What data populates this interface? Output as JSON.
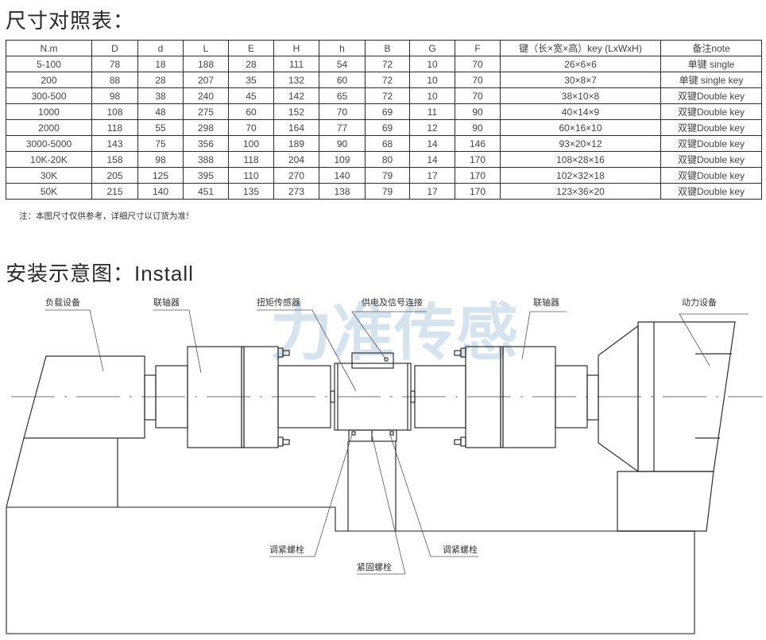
{
  "size_table": {
    "title": "尺寸对照表：",
    "headers": [
      "N.m",
      "D",
      "d",
      "L",
      "E",
      "H",
      "h",
      "B",
      "G",
      "F",
      "键（长×宽×高）key (LxWxH)",
      "备注note"
    ],
    "rows": [
      [
        "5-100",
        "78",
        "18",
        "188",
        "28",
        "111",
        "54",
        "72",
        "10",
        "70",
        "26×6×6",
        "单键 single"
      ],
      [
        "200",
        "88",
        "28",
        "207",
        "35",
        "132",
        "60",
        "72",
        "10",
        "70",
        "30×8×7",
        "单键 single key"
      ],
      [
        "300-500",
        "98",
        "38",
        "240",
        "45",
        "142",
        "65",
        "72",
        "10",
        "70",
        "38×10×8",
        "双键Double key"
      ],
      [
        "1000",
        "108",
        "48",
        "275",
        "60",
        "152",
        "70",
        "69",
        "11",
        "90",
        "40×14×9",
        "双键Double key"
      ],
      [
        "2000",
        "118",
        "55",
        "298",
        "70",
        "164",
        "77",
        "69",
        "12",
        "90",
        "60×16×10",
        "双键Double key"
      ],
      [
        "3000-5000",
        "143",
        "75",
        "356",
        "100",
        "189",
        "90",
        "68",
        "14",
        "146",
        "93×20×12",
        "双键Double key"
      ],
      [
        "10K-20K",
        "158",
        "98",
        "388",
        "118",
        "204",
        "109",
        "80",
        "14",
        "170",
        "108×28×16",
        "双键Double key"
      ],
      [
        "30K",
        "205",
        "125",
        "395",
        "110",
        "270",
        "140",
        "79",
        "17",
        "170",
        "102×32×18",
        "双键Double key"
      ],
      [
        "50K",
        "215",
        "140",
        "451",
        "135",
        "273",
        "138",
        "79",
        "17",
        "170",
        "123×36×20",
        "双键Double key"
      ]
    ],
    "note": "注：本图尺寸仅供参考，详细尺寸以订货为准!"
  },
  "install": {
    "title": "安装示意图：Install",
    "watermark": "力准传感",
    "labels": {
      "load_device": "负载设备",
      "coupling_left": "联轴器",
      "torque_sensor": "扭矩传感器",
      "power_signal": "供电及信号连接",
      "coupling_right": "联轴器",
      "power_device": "动力设备",
      "adjust_bolt_left": "调紧螺栓",
      "fastening_bolt": "紧固螺栓",
      "adjust_bolt_right": "调紧螺栓"
    }
  },
  "colors": {
    "line": "#2d2d2d",
    "watermark": "#d5e3ef",
    "text": "#333333"
  }
}
